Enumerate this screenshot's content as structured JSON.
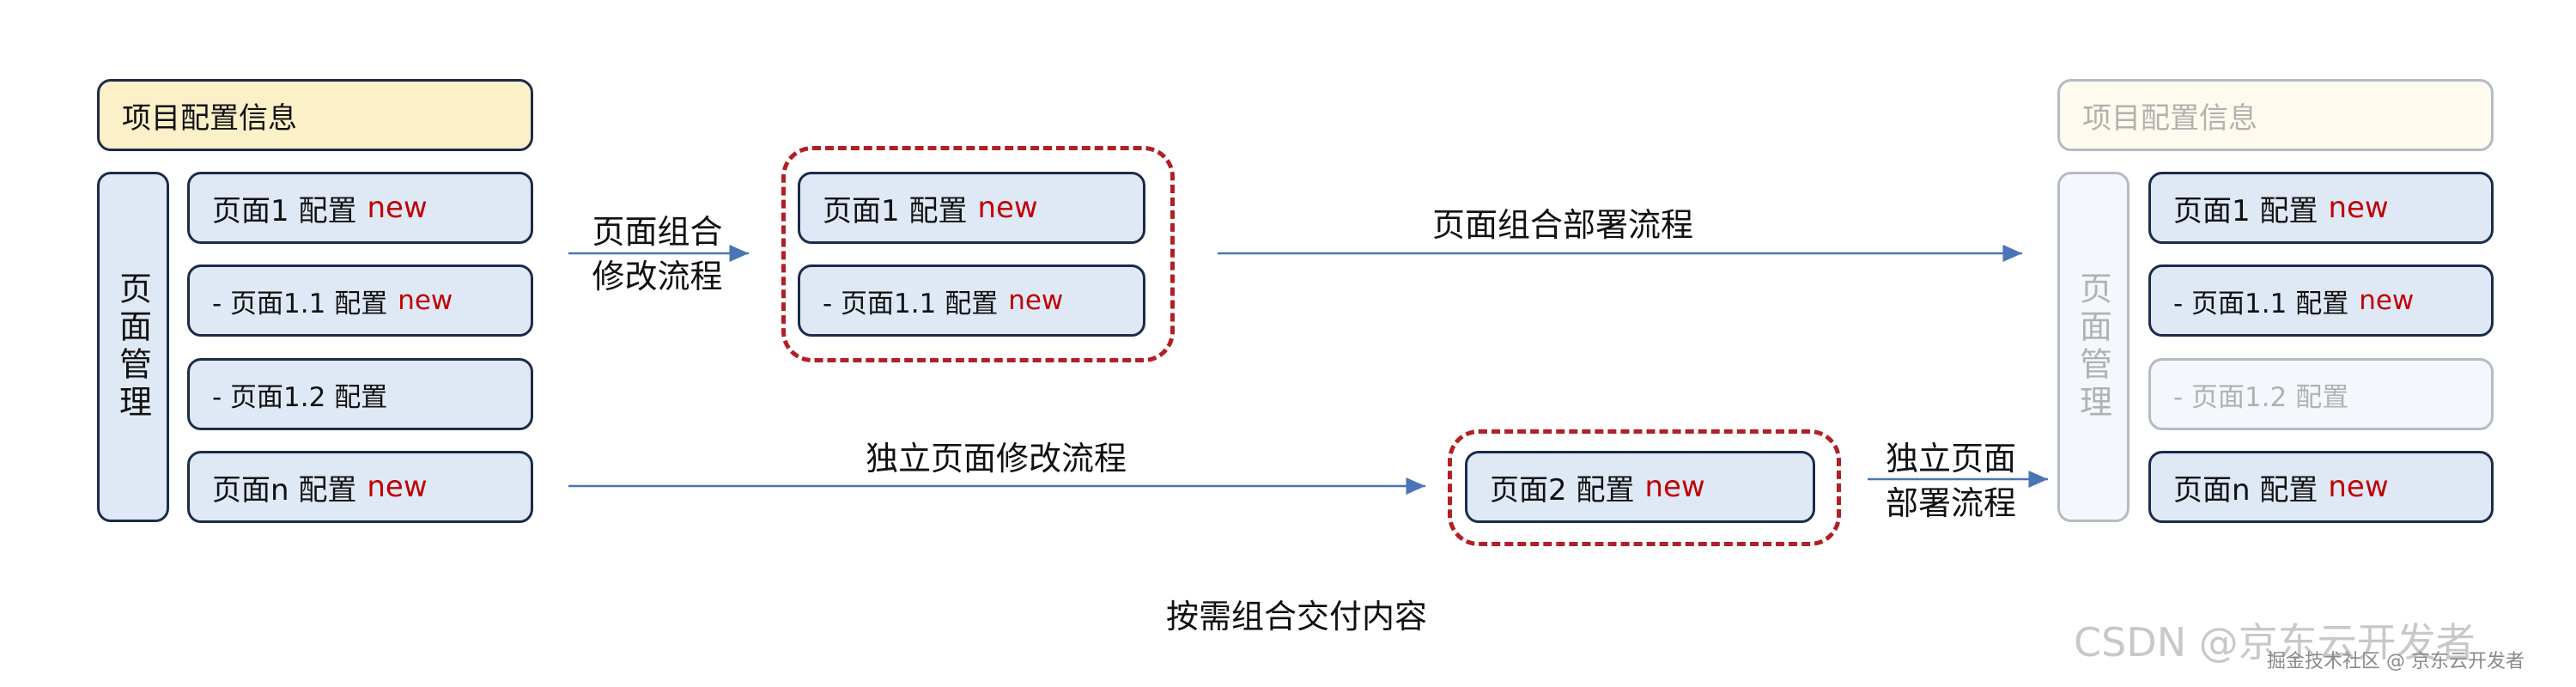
{
  "left": {
    "header": "项目配置信息",
    "sidebar": "页面管理",
    "pages": [
      {
        "label": "页面1 配置",
        "badge": "new"
      },
      {
        "label": "- 页面1.1 配置",
        "badge": "new"
      },
      {
        "label": "- 页面1.2 配置",
        "badge": ""
      },
      {
        "label": "页面n 配置",
        "badge": "new"
      }
    ]
  },
  "middle": {
    "group_edit_label_1": "页面组合",
    "group_edit_label_2": "修改流程",
    "group_boxes": [
      {
        "label": "页面1 配置",
        "badge": "new"
      },
      {
        "label": "- 页面1.1 配置",
        "badge": "new"
      }
    ],
    "group_deploy_label": "页面组合部署流程",
    "independent_edit_label": "独立页面修改流程",
    "independent_box": {
      "label": "页面2 配置",
      "badge": "new"
    },
    "independent_deploy_label_1": "独立页面",
    "independent_deploy_label_2": "部署流程"
  },
  "right": {
    "header": "项目配置信息",
    "sidebar": "页面管理",
    "pages": [
      {
        "label": "页面1 配置",
        "badge": "new"
      },
      {
        "label": "- 页面1.1 配置",
        "badge": "new"
      },
      {
        "label": "- 页面1.2 配置",
        "badge": ""
      },
      {
        "label": "页面n 配置",
        "badge": "new"
      }
    ]
  },
  "caption": "按需组合交付内容",
  "watermark": {
    "main": "CSDN @京东云开发者",
    "sub": "掘金技术社区 @ 京东云开发者"
  },
  "colors": {
    "box_fill": "#dfe9f6",
    "header_fill": "#fcf0c8",
    "border": "#1c2b4a",
    "accent_red": "#c00000",
    "dashed": "#b21f24",
    "arrow": "#4a74b6"
  }
}
